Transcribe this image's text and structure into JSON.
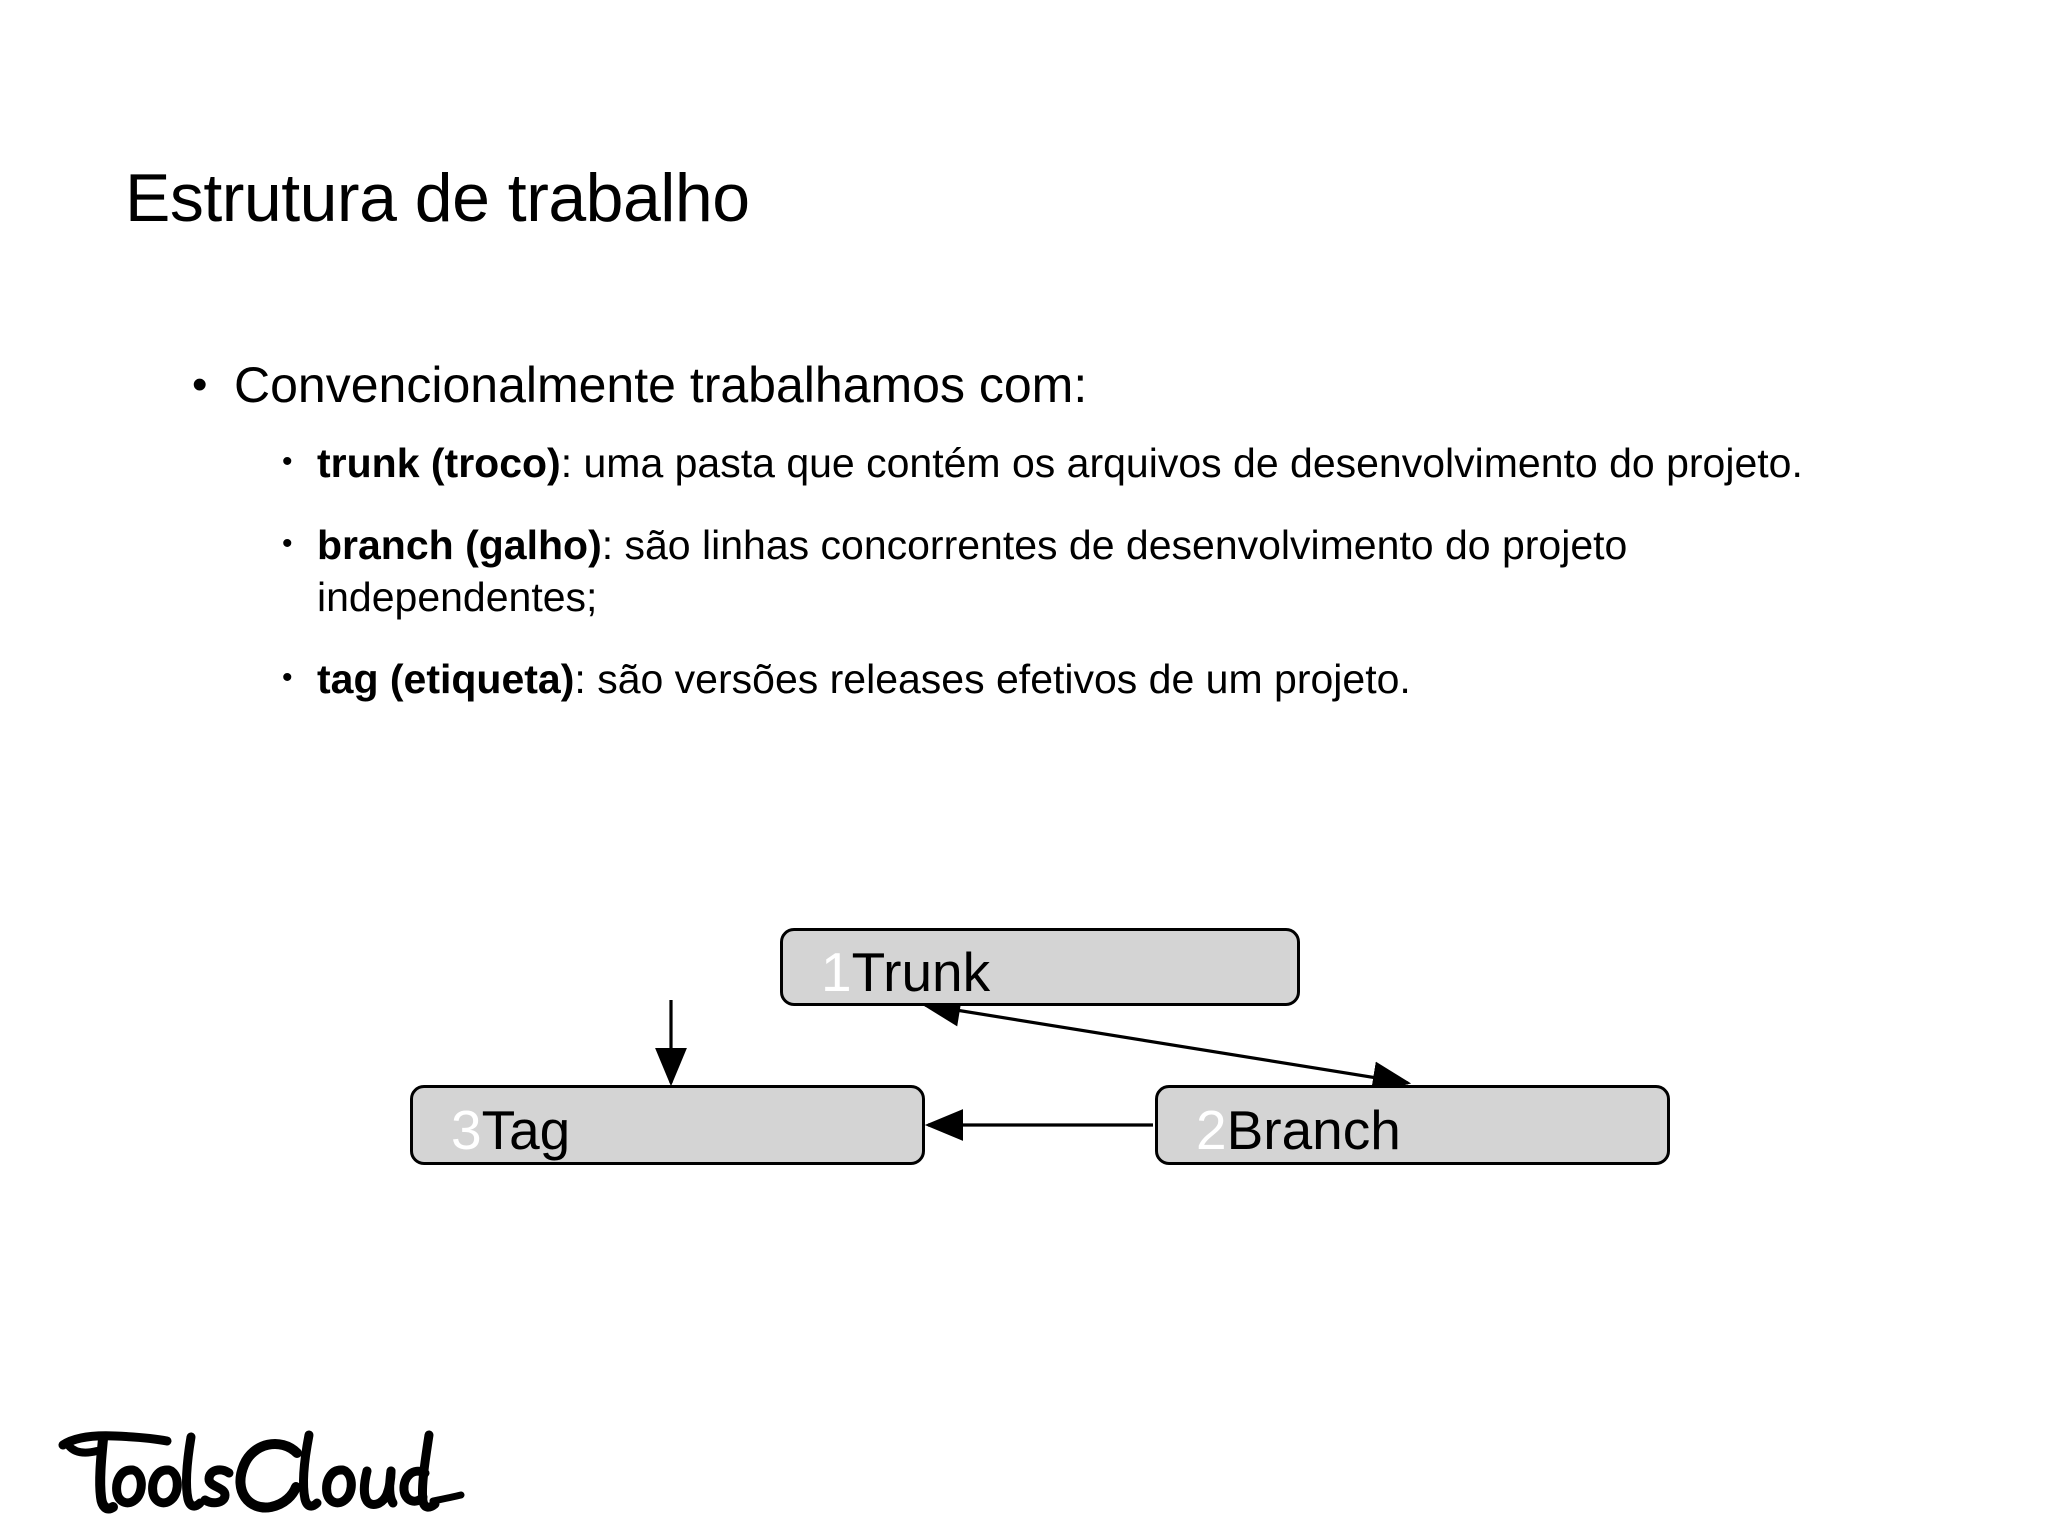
{
  "slide": {
    "title": "Estrutura de trabalho",
    "background_color": "#ffffff",
    "text_color": "#000000"
  },
  "bullets": {
    "level1": {
      "marker": "•",
      "text": "Convencionalmente trabalhamos com:"
    },
    "level2_marker": "•",
    "items": [
      {
        "term": "trunk (troco)",
        "description": ": uma pasta que contém os arquivos de desenvolvimento do  projeto."
      },
      {
        "term": "branch (galho)",
        "description": ": são linhas concorrentes de desenvolvimento do projeto independentes;"
      },
      {
        "term": "tag (etiqueta)",
        "description": ": são versões releases efetivos de um projeto."
      }
    ]
  },
  "diagram": {
    "type": "flow",
    "box_fill": "#d4d4d4",
    "box_stroke": "#000000",
    "number_color": "#ffffff",
    "nodes": [
      {
        "id": "trunk",
        "number": "1",
        "label": "Trunk"
      },
      {
        "id": "branch",
        "number": "2",
        "label": "Branch"
      },
      {
        "id": "tag",
        "number": "3",
        "label": "Tag"
      }
    ],
    "edges": [
      {
        "from": "trunk",
        "to": "tag",
        "style": "vertical-down",
        "heads": "single"
      },
      {
        "from": "trunk",
        "to": "branch",
        "style": "diagonal",
        "heads": "double"
      },
      {
        "from": "branch",
        "to": "tag",
        "style": "horizontal-left",
        "heads": "single"
      }
    ]
  },
  "logo": {
    "name": "tools-cloud-logo",
    "text": "Tools Cloud",
    "color": "#000000"
  }
}
